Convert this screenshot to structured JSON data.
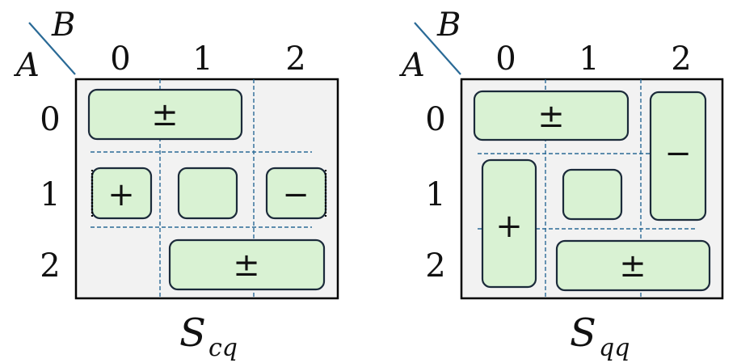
{
  "diagrams": [
    {
      "axis_row_label": "A",
      "axis_col_label": "B",
      "col_labels": [
        "0",
        "1",
        "2"
      ],
      "row_labels": [
        "0",
        "1",
        "2"
      ],
      "caption_main": "S",
      "caption_sub": "cq",
      "cells": [
        {
          "sign": "±"
        },
        {
          "sign": "+"
        },
        {
          "sign": ""
        },
        {
          "sign": "−"
        },
        {
          "sign": "±"
        }
      ]
    },
    {
      "axis_row_label": "A",
      "axis_col_label": "B",
      "col_labels": [
        "0",
        "1",
        "2"
      ],
      "row_labels": [
        "0",
        "1",
        "2"
      ],
      "caption_main": "S",
      "caption_sub": "qq",
      "cells": [
        {
          "sign": "±"
        },
        {
          "sign": "−"
        },
        {
          "sign": "+"
        },
        {
          "sign": ""
        },
        {
          "sign": "±"
        }
      ]
    }
  ]
}
